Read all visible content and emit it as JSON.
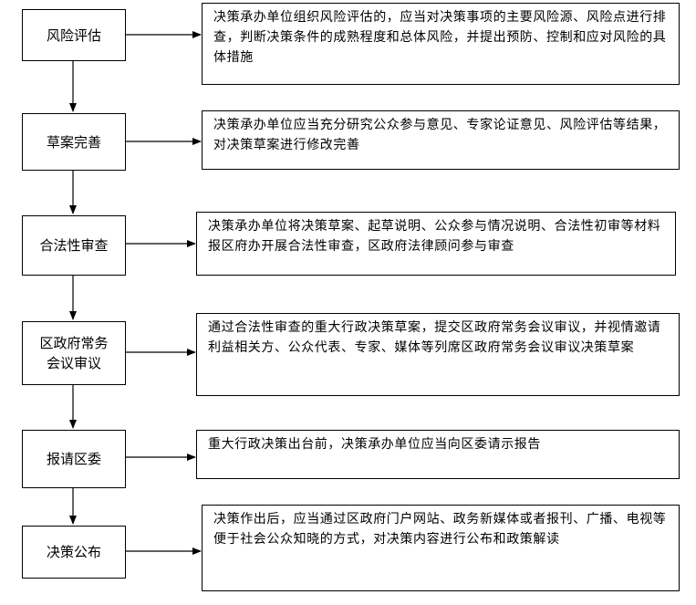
{
  "steps": [
    {
      "label": "风险评估",
      "description": "决策承办单位组织风险评估的，应当对决策事项的主要风险源、风险点进行排查，判断决策条件的成熟程度和总体风险，并提出预防、控制和应对风险的具体措施"
    },
    {
      "label": "草案完善",
      "description": "决策承办单位应当充分研究公众参与意见、专家论证意见、风险评估等结果，对决策草案进行修改完善"
    },
    {
      "label": "合法性审查",
      "description": "决策承办单位将决策草案、起草说明、公众参与情况说明、合法性初审等材料报区府办开展合法性审查，区政府法律顾问参与审查"
    },
    {
      "label": "区政府常务会议审议",
      "description": "通过合法性审查的重大行政决策草案，提交区政府常务会议审议，并视情邀请利益相关方、公众代表、专家、媒体等列席区政府常务会议审议决策草案"
    },
    {
      "label": "报请区委",
      "description": "重大行政决策出台前，决策承办单位应当向区委请示报告"
    },
    {
      "label": "决策公布",
      "description": "决策作出后，应当通过区政府门户网站、政务新媒体或者报刊、广播、电视等便于社会公众知晓的方式，对决策内容进行公布和政策解读"
    }
  ]
}
